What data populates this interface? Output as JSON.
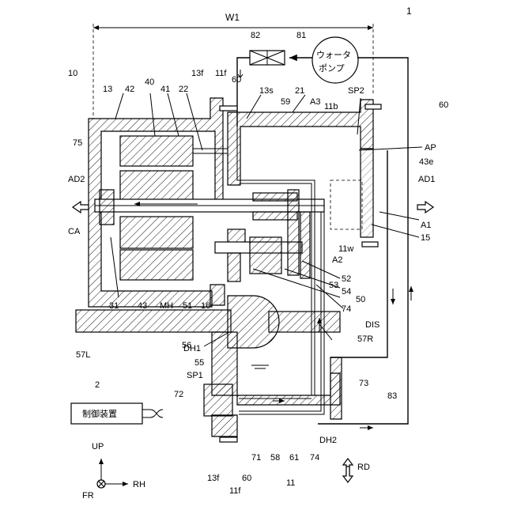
{
  "figure_number": "1",
  "dimension_label": "W1",
  "water_pump_label": "ウォータ\nポンプ",
  "control_device_label": "制御装置",
  "labels": {
    "n10": "10",
    "n13": "13",
    "n40": "40",
    "n42": "42",
    "n41": "41",
    "n22": "22",
    "n13f_top": "13f",
    "n11f_top": "11f",
    "n60_top": "60",
    "n13s": "13s",
    "n21": "21",
    "n59": "59",
    "n11b": "11b",
    "nA3": "A3",
    "nSP2": "SP2",
    "n60_right": "60",
    "n82": "82",
    "n81": "81",
    "n75": "75",
    "nAP": "AP",
    "n43e": "43e",
    "nAD2": "AD2",
    "nAD1": "AD1",
    "nCA": "CA",
    "nA1": "A1",
    "n15": "15",
    "n11w": "11w",
    "nA2": "A2",
    "n52": "52",
    "n53": "53",
    "n54": "54",
    "n50": "50",
    "n31": "31",
    "n43": "43",
    "nMH": "MH",
    "n51": "51",
    "n16": "16",
    "n74_mid": "74",
    "nDIS": "DIS",
    "n57L": "57L",
    "n57R": "57R",
    "nDH1": "DH1",
    "n56": "56",
    "n55": "55",
    "nSP1": "SP1",
    "n2": "2",
    "n72": "72",
    "n73": "73",
    "n83": "83",
    "nDH2": "DH2",
    "n71": "71",
    "n58": "58",
    "n61": "61",
    "n74_bot": "74",
    "n11_bot": "11",
    "n13f_bot": "13f",
    "n60_bot": "60",
    "n11f_bot": "11f",
    "nUP": "UP",
    "nRH": "RH",
    "nFR": "FR",
    "nRD": "RD"
  }
}
